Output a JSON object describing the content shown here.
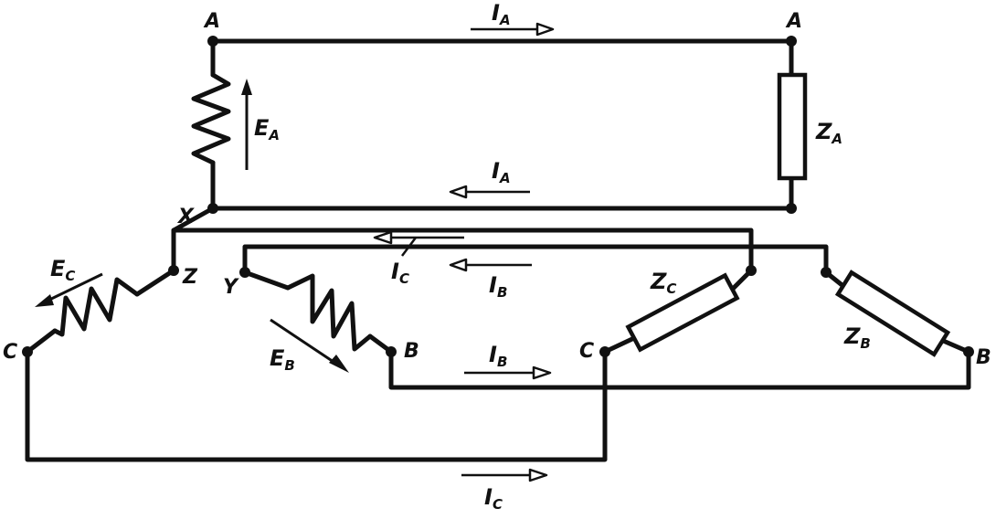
{
  "nodes": {
    "a_gen": "A",
    "a_load": "A",
    "x": "X",
    "z": "Z",
    "y": "Y",
    "b_gen": "B",
    "c_gen": "C",
    "c_load": "C",
    "b_load": "B"
  },
  "emf": {
    "a": {
      "main": "E",
      "sub": "A"
    },
    "b": {
      "main": "E",
      "sub": "B"
    },
    "c": {
      "main": "E",
      "sub": "C"
    }
  },
  "loads": {
    "a": {
      "main": "Z",
      "sub": "A"
    },
    "b": {
      "main": "Z",
      "sub": "B"
    },
    "c": {
      "main": "Z",
      "sub": "C"
    }
  },
  "currents": {
    "ia_top": {
      "main": "I",
      "sub": "A"
    },
    "ia_return": {
      "main": "I",
      "sub": "A"
    },
    "ic_upper": {
      "main": "I",
      "sub": "C"
    },
    "ib_upper": {
      "main": "I",
      "sub": "B"
    },
    "ib_lower": {
      "main": "I",
      "sub": "B"
    },
    "ic_lower": {
      "main": "I",
      "sub": "C"
    }
  }
}
